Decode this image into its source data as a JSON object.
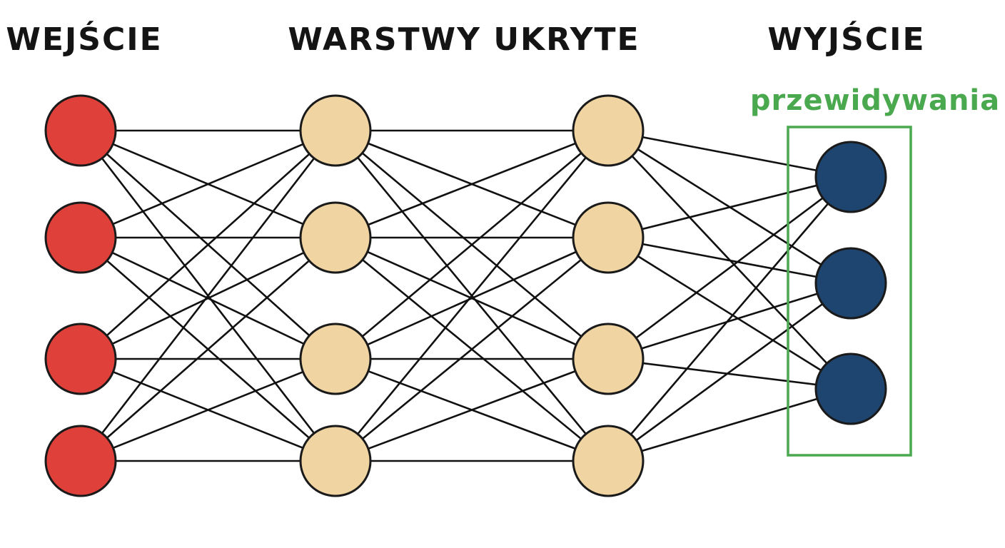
{
  "titles": {
    "input": "WEJŚCIE",
    "hidden": "WARSTWY UKRYTE",
    "output": "WYJŚCIE"
  },
  "output_label": "przewidywania",
  "colors": {
    "input_node": "#e0403a",
    "hidden_node": "#f0d5a2",
    "output_node": "#1e4570",
    "highlight": "#4aa84e",
    "edge": "#111111"
  },
  "network": {
    "layers": [
      {
        "name": "input",
        "nodes": 4
      },
      {
        "name": "hidden-1",
        "nodes": 4
      },
      {
        "name": "hidden-2",
        "nodes": 4
      },
      {
        "name": "output",
        "nodes": 3
      }
    ],
    "fully_connected": true
  }
}
